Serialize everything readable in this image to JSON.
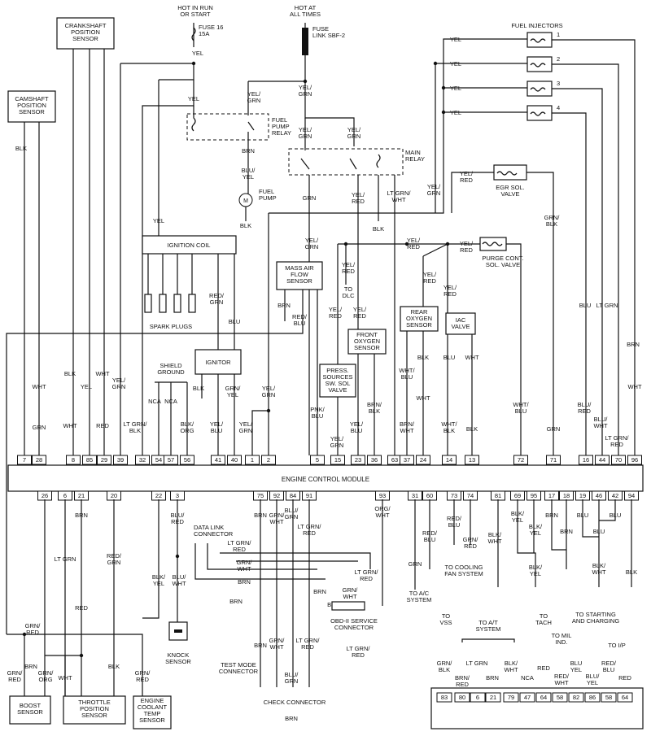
{
  "power": {
    "hot_run": [
      "HOT IN RUN",
      "OR START"
    ],
    "fuse16": [
      "FUSE 16",
      "15A"
    ],
    "hot_all": [
      "HOT AT",
      "ALL TIMES"
    ],
    "fuse_link": [
      "FUSE",
      "LINK SBF-2"
    ]
  },
  "components": {
    "crank": [
      "CRANKSHAFT",
      "POSITION",
      "SENSOR"
    ],
    "cam": [
      "CAMSHAFT",
      "POSITION",
      "SENSOR"
    ],
    "fuel_relay": [
      "FUEL",
      "PUMP",
      "RELAY"
    ],
    "fuel_pump": [
      "FUEL",
      "PUMP"
    ],
    "main_relay": [
      "MAIN",
      "RELAY"
    ],
    "injectors": "FUEL INJECTORS",
    "injector_nums": [
      "1",
      "2",
      "3",
      "4"
    ],
    "egr": [
      "EGR SOL.",
      "VALVE"
    ],
    "purge": [
      "PURGE CONT.",
      "SOL. VALVE"
    ],
    "ign_coil": "IGNITION COIL",
    "spark": "SPARK PLUGS",
    "maf": [
      "MASS AIR",
      "FLOW",
      "SENSOR"
    ],
    "to_dlc": [
      "TO",
      "DLC"
    ],
    "rear_o2": [
      "REAR",
      "OXYGEN",
      "SENSOR"
    ],
    "iac": [
      "IAC",
      "VALVE"
    ],
    "front_o2": [
      "FRONT",
      "OXYGEN",
      "SENSOR"
    ],
    "press": [
      "PRESS.",
      "SOURCES",
      "SW. SOL",
      "VALVE"
    ],
    "shield": [
      "SHIELD",
      "GROUND"
    ],
    "ignitor": "IGNITOR",
    "ecm": "ENGINE CONTROL MODULE",
    "dlc": [
      "DATA LINK",
      "CONNECTOR"
    ],
    "obd": [
      "OBD-II SERVICE",
      "CONNECTOR"
    ],
    "test_mode": [
      "TEST MODE",
      "CONNECTOR"
    ],
    "check": "CHECK CONNECTOR",
    "knock": [
      "KNOCK",
      "SENSOR"
    ],
    "boost": [
      "BOOST",
      "SENSOR"
    ],
    "tps": [
      "THROTTLE",
      "POSITION",
      "SENSOR"
    ],
    "ect": [
      "ENGINE",
      "COOLANT",
      "TEMP",
      "SENSOR"
    ],
    "to_ac": [
      "TO A/C",
      "SYSTEM"
    ],
    "to_fan": [
      "TO COOLING",
      "FAN SYSTEM"
    ],
    "to_vss": [
      "TO",
      "VSS"
    ],
    "to_at": [
      "TO A/T",
      "SYSTEM"
    ],
    "to_tach": [
      "TO",
      "TACH"
    ],
    "to_mil": [
      "TO MIL",
      "IND."
    ],
    "to_start": [
      "TO STARTING",
      "AND CHARGING"
    ],
    "to_ip": [
      "TO I/P"
    ]
  },
  "top_pins": [
    "7",
    "28",
    "8",
    "85",
    "29",
    "39",
    "32",
    "54",
    "57",
    "56",
    "41",
    "40",
    "1",
    "2",
    "5",
    "15",
    "23",
    "36",
    "63",
    "37",
    "24",
    "14",
    "13",
    "72",
    "71",
    "16",
    "44",
    "70",
    "96"
  ],
  "bottom_pins": [
    "26",
    "6",
    "21",
    "20",
    "22",
    "3",
    "75",
    "92",
    "84",
    "91",
    "93",
    "31",
    "60",
    "73",
    "74",
    "81",
    "69",
    "95",
    "17",
    "18",
    "19",
    "46",
    "42",
    "94"
  ],
  "bottom_right_pins": [
    "83",
    "80",
    "6",
    "21",
    "79",
    "47",
    "64",
    "58",
    "82",
    "86",
    "58",
    "64"
  ],
  "wire_labels": {
    "yel": "YEL",
    "blk": "BLK",
    "wht": "WHT",
    "grn": "GRN",
    "red": "RED",
    "brn": "BRN",
    "blu": "BLU",
    "nca": "NCA",
    "yel_grn": [
      "YEL/",
      "GRN"
    ],
    "yel_red": [
      "YEL/",
      "RED"
    ],
    "blu_yel": [
      "BLU/",
      "YEL"
    ],
    "ltgrn_wht": [
      "LT GRN/",
      "WHT"
    ],
    "red_grn": [
      "RED/",
      "GRN"
    ],
    "grn_yel": [
      "GRN/",
      "YEL"
    ],
    "ltgrn_blk": [
      "LT GRN/",
      "BLK"
    ],
    "blk_org": [
      "BLK/",
      "ORG"
    ],
    "yel_blu": [
      "YEL/",
      "BLU"
    ],
    "pnk_blu": [
      "PNK/",
      "BLU"
    ],
    "brn_blk": [
      "BRN/",
      "BLK"
    ],
    "brn_wht": [
      "BRN/",
      "WHT"
    ],
    "wht_blu": [
      "WHT/",
      "BLU"
    ],
    "wht_blk": [
      "WHT/",
      "BLK"
    ],
    "grn_blk": [
      "GRN/",
      "BLK"
    ],
    "blu_red": [
      "BLU/",
      "RED"
    ],
    "blu_wht": [
      "BLU/",
      "WHT"
    ],
    "ltgrn_red": [
      "LT GRN/",
      "RED"
    ],
    "lt_grn": "LT GRN",
    "grn_red": [
      "GRN/",
      "RED"
    ],
    "grn_org": [
      "GRN/",
      "ORG"
    ],
    "blk_yel": [
      "BLK/",
      "YEL"
    ],
    "red_blu": [
      "RED/",
      "BLU"
    ],
    "org_wht": [
      "ORG/",
      "WHT"
    ],
    "red_grn2": [
      "RED/",
      "GRN"
    ],
    "grn_red2": [
      "GRN/",
      "RED"
    ],
    "blk_wht": [
      "BLK/",
      "WHT"
    ],
    "blu_grn": [
      "BLU/",
      "GRN"
    ],
    "grn_wht": [
      "GRN/",
      "WHT"
    ],
    "brn_red": [
      "BRN/",
      "RED"
    ],
    "red_wht": [
      "RED/",
      "WHT"
    ],
    "blu_yel2": [
      "BLU",
      "YEL"
    ],
    "red_blu2": [
      "RED/",
      "BLU"
    ]
  }
}
